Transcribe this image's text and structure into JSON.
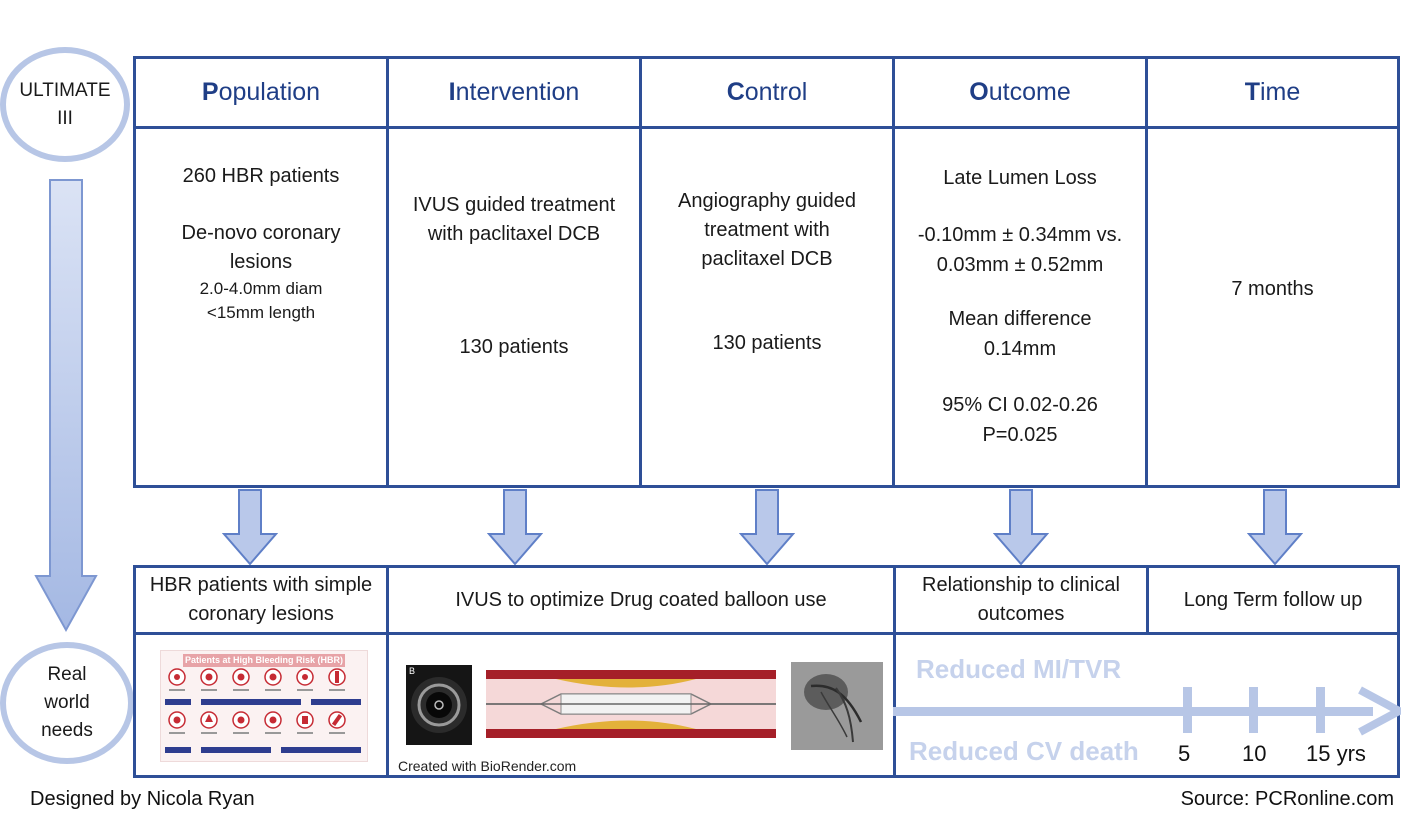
{
  "study": {
    "name": "ULTIMATE III"
  },
  "side_label": "Real world needs",
  "picot": [
    {
      "letter": "P",
      "rest": "opulation",
      "body": {
        "line1": "260 HBR patients",
        "line2": "De-novo coronary lesions",
        "line3": "2.0-4.0mm diam",
        "line4": "<15mm length"
      }
    },
    {
      "letter": "I",
      "rest": "ntervention",
      "body": {
        "line1": "IVUS guided treatment with paclitaxel DCB",
        "line2": "130 patients"
      }
    },
    {
      "letter": "C",
      "rest": "ontrol",
      "body": {
        "line1": "Angiography guided treatment with paclitaxel DCB",
        "line2": "130 patients"
      }
    },
    {
      "letter": "O",
      "rest": "utcome",
      "body": {
        "line1": "Late Lumen Loss",
        "line2": "-0.10mm ± 0.34mm vs.",
        "line3": "0.03mm ± 0.52mm",
        "line4": "Mean difference",
        "line5": "0.14mm",
        "line6": "95% CI 0.02-0.26",
        "line7": "P=0.025"
      }
    },
    {
      "letter": "T",
      "rest": "ime",
      "body": {
        "line1": "7 months"
      }
    }
  ],
  "needs": {
    "population": "HBR patients with simple coronary lesions",
    "intervention": "IVUS to optimize Drug coated balloon use",
    "outcome": "Relationship to clinical outcomes",
    "time": "Long Term follow up"
  },
  "hbr_infographic": {
    "title": "Patients at High Bleeding Risk (HBR)",
    "groups": [
      "Aging",
      "Comorbidities",
      "Laboratory",
      "CNS",
      "Bleeding history",
      "Iatrogenic"
    ]
  },
  "ivus_panel": {
    "label": "B",
    "caption": "Created with BioRender.com"
  },
  "clinical_outcomes": {
    "mi_tvr": "Reduced MI/TVR",
    "cv_death": "Reduced CV death"
  },
  "timeline": {
    "ticks": [
      "5",
      "10",
      "15 yrs"
    ]
  },
  "credits": {
    "designer": "Designed by Nicola Ryan",
    "source": "Source: PCRonline.com"
  },
  "colors": {
    "border": "#2e4f97",
    "header_text": "#1f3e86",
    "arrow_fill": "#b9c8ea",
    "light_accent": "#b7c6e6",
    "hbr_red": "#c62b34"
  }
}
